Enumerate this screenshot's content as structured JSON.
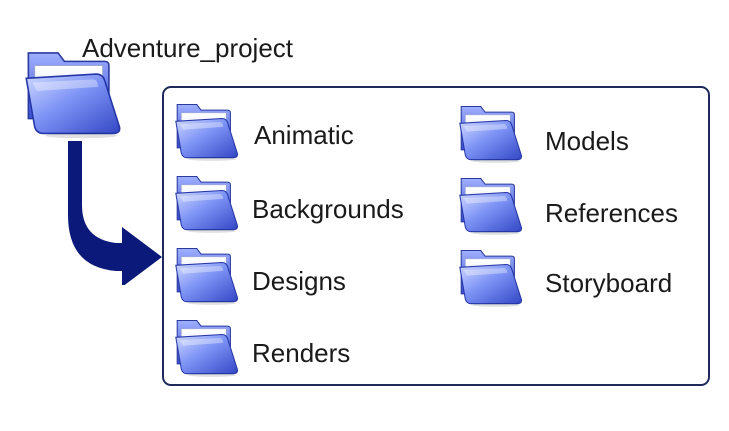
{
  "root_folder": {
    "label": "Adventure_project",
    "icon": "folder-icon"
  },
  "subfolders_left": [
    {
      "label": "Animatic",
      "icon": "folder-icon"
    },
    {
      "label": "Backgrounds",
      "icon": "folder-icon"
    },
    {
      "label": "Designs",
      "icon": "folder-icon"
    },
    {
      "label": "Renders",
      "icon": "folder-icon"
    }
  ],
  "subfolders_right": [
    {
      "label": "Models",
      "icon": "folder-icon"
    },
    {
      "label": "References",
      "icon": "folder-icon"
    },
    {
      "label": "Storyboard",
      "icon": "folder-icon"
    }
  ],
  "colors": {
    "folder_light": "#b9c6ff",
    "folder_mid": "#6f86f2",
    "folder_dark": "#2b3fb8",
    "arrow": "#0b1a7a",
    "box_border": "#1f2a5a"
  }
}
